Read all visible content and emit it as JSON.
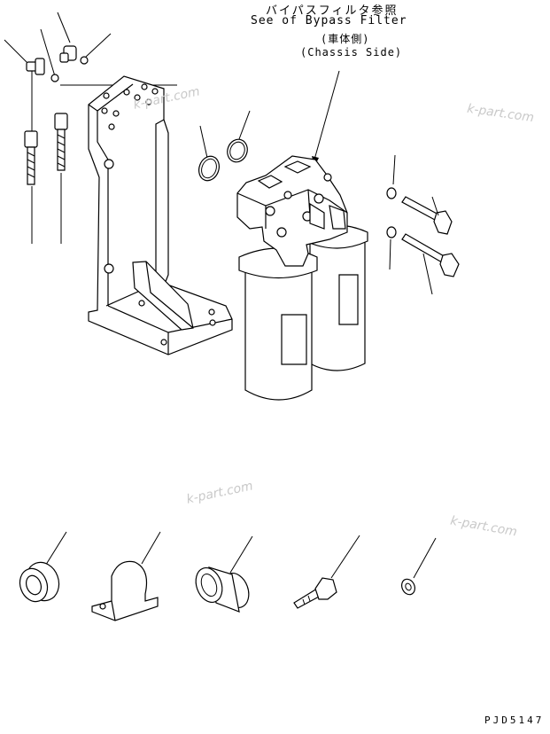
{
  "header": {
    "title_jp": "バイパスフィルタ参照",
    "title_en": "See of Bypass Filter",
    "subtitle_jp": "(車体側)",
    "subtitle_en": "(Chassis Side)"
  },
  "drawing_code": "PJD5147",
  "watermarks": [
    "k-part.com",
    "k-part.com",
    "k-part.com",
    "k-part.com"
  ],
  "parts": {
    "upper_assembly": [
      "elbow-fitting",
      "o-ring",
      "connector-fitting",
      "o-ring",
      "socket-bolt",
      "socket-bolt",
      "mounting-bracket",
      "o-ring-large",
      "o-ring-large",
      "filter-head",
      "filter-element",
      "filter-element",
      "washer",
      "washer",
      "bolt",
      "bolt"
    ],
    "lower_row": [
      "grommet",
      "clamp",
      "spacer-bushing",
      "bolt",
      "washer"
    ]
  }
}
